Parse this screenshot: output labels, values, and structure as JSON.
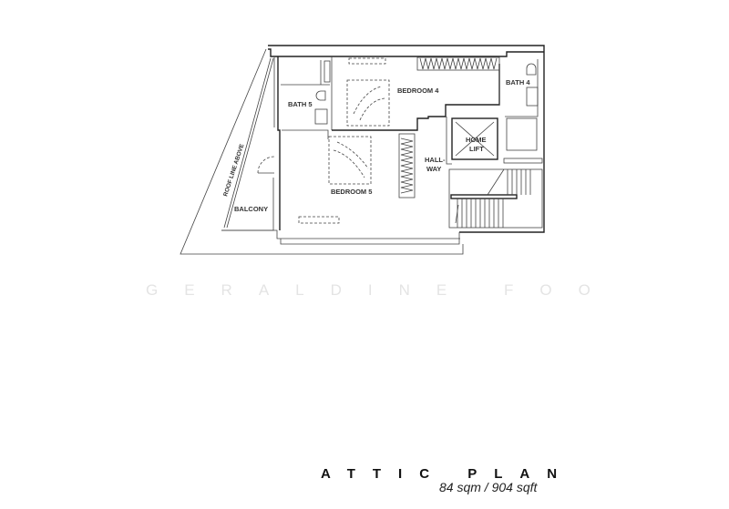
{
  "plan": {
    "rooms": [
      {
        "id": "bath5",
        "label": "BATH 5"
      },
      {
        "id": "bedroom4",
        "label": "BEDROOM 4"
      },
      {
        "id": "bath4",
        "label": "BATH 4"
      },
      {
        "id": "home_lift_line1",
        "label": "HOME"
      },
      {
        "id": "home_lift_line2",
        "label": "LIFT"
      },
      {
        "id": "hallway_line1",
        "label": "HALL-"
      },
      {
        "id": "hallway_line2",
        "label": "WAY"
      },
      {
        "id": "bedroom5",
        "label": "BEDROOM 5"
      },
      {
        "id": "balcony",
        "label": "BALCONY"
      }
    ],
    "annotations": {
      "roof_line": "ROOF LINE ABOVE"
    }
  },
  "watermark": "GERALDINE FOO",
  "caption": {
    "title": "ATTIC PLAN",
    "area": "84 sqm / 904 sqft"
  },
  "colors": {
    "line": "#222222",
    "watermark": "#e4e4e4",
    "background": "#ffffff"
  }
}
